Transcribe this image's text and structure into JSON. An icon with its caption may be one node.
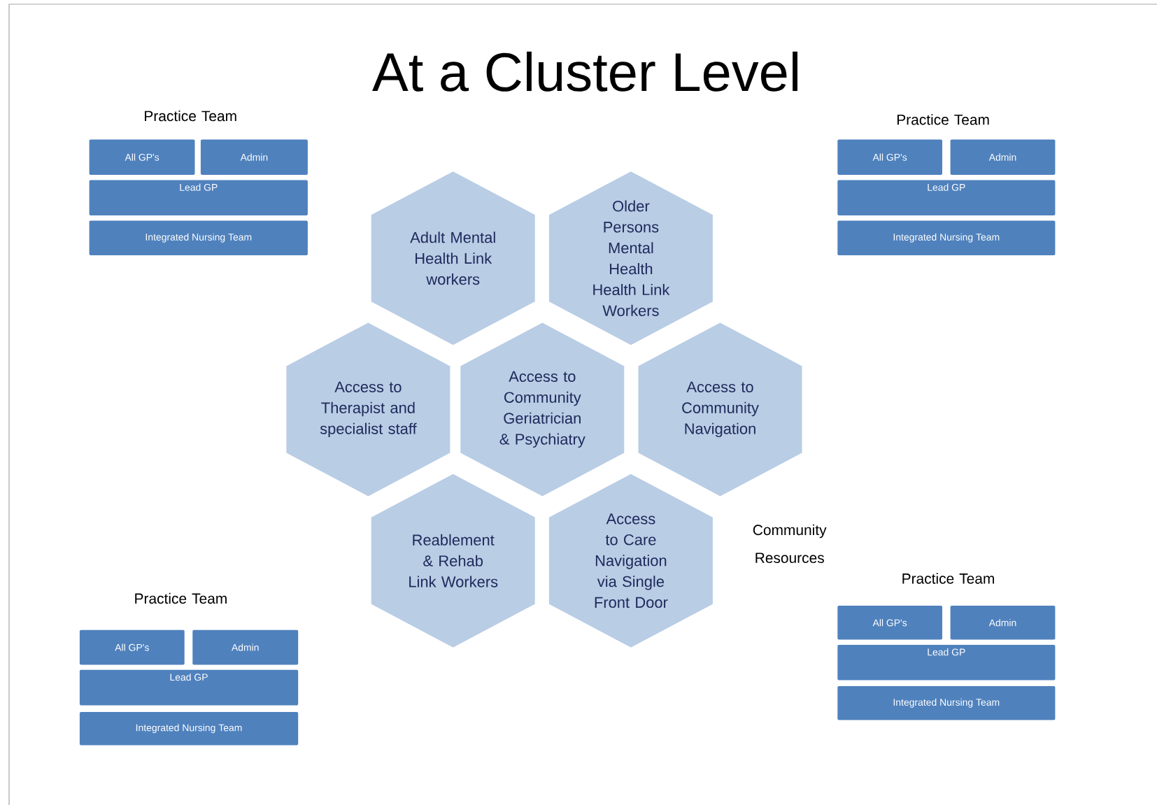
{
  "diagram": {
    "title": "At a Cluster Level",
    "nodes": [
      {
        "text": [
          "All GP's"
        ]
      },
      {
        "text": [
          "Admin"
        ]
      },
      {
        "text": [
          "Lead GP"
        ]
      },
      {
        "text": [
          "Integrated Nursing Team"
        ]
      },
      {
        "text": [
          "All GP's"
        ]
      },
      {
        "text": [
          "Admin"
        ]
      },
      {
        "text": [
          "Lead GP"
        ]
      },
      {
        "text": [
          "Integrated Nursing Team"
        ]
      },
      {
        "text": [
          "Adult Mental Health Link workers"
        ]
      },
      {
        "text": [
          "Older Persons Mental Health Health Link Workers"
        ]
      },
      {
        "text": [
          "Access to Therapist and specialist staff"
        ]
      },
      {
        "text": [
          "Access to Community Geriatrician & Psychiatry"
        ]
      },
      {
        "text": [
          "Access to Community Navigation"
        ]
      },
      {
        "text": [
          "Reablement & Rehab Link Workers"
        ]
      },
      {
        "text": [
          "Access to Care Navigation via Single Front Door"
        ]
      },
      {
        "text": [
          "All GP's"
        ]
      },
      {
        "text": [
          "Admin"
        ]
      },
      {
        "text": [
          "Lead GP"
        ]
      },
      {
        "text": [
          "Integrated Nursing Team"
        ]
      },
      {
        "text": [
          "All GP's"
        ]
      },
      {
        "text": [
          "Admin"
        ]
      },
      {
        "text": [
          "Lead GP"
        ]
      },
      {
        "text": [
          "Integrated Nursing Team"
        ]
      }
    ],
    "labels": [
      "Practice Team",
      "Practice Team",
      "Community Resources",
      "Practice Team",
      "Practice Team"
    ]
  }
}
